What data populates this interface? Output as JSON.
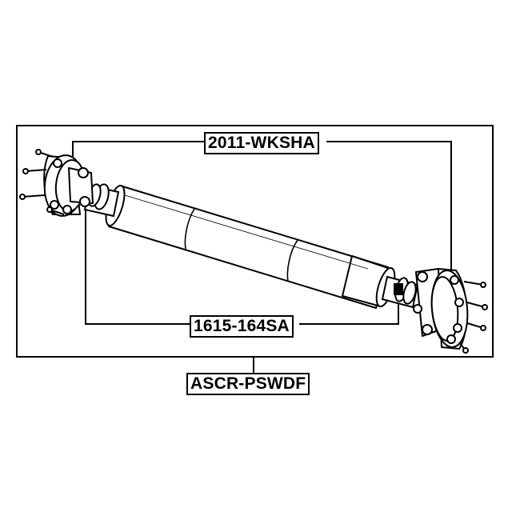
{
  "diagram": {
    "part_numbers": {
      "top": "2011-WKSHA",
      "middle": "1615-164SA",
      "bottom": "ASCR-PSWDF"
    },
    "components": [
      "left-flange-yoke",
      "left-universal-joint",
      "shaft-tube",
      "right-universal-joint",
      "right-flange-yoke"
    ],
    "line_color": "#000000",
    "fill_color": "#ffffff"
  }
}
